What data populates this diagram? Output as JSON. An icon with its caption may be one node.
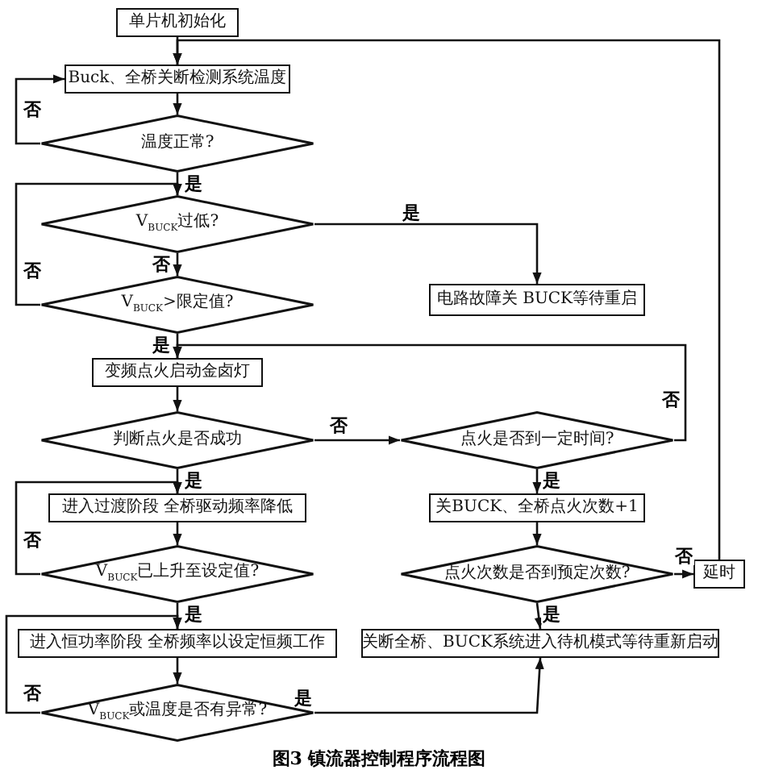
{
  "diagram": {
    "caption": "图3 镇流器控制程序流程图",
    "nodes": [
      {
        "text": [
          "单片机初始化"
        ]
      },
      {
        "text": [
          "Buck、全桥关断检测系统温度"
        ]
      },
      {
        "text": [
          "温度正常?"
        ]
      },
      {
        "text": [
          "V$_{BUCK}$过低?"
        ]
      },
      {
        "text": [
          "电路故障关 BUCK等待重启"
        ]
      },
      {
        "text": [
          "V$_{BUCK}$>限定值?"
        ]
      },
      {
        "text": [
          "变频点火启动金卤灯"
        ]
      },
      {
        "text": [
          "判断点火是否成功"
        ]
      },
      {
        "text": [
          "进入过渡阶段 全桥驱动频率降低"
        ]
      },
      {
        "text": [
          "V$_{BUCK}$已上升至设定值?"
        ]
      },
      {
        "text": [
          "进入恒功率阶段 全桥频率以设定恒频工作"
        ]
      },
      {
        "text": [
          "V$_{BUCK}$或温度是否有异常?"
        ]
      },
      {
        "text": [
          "点火是否到一定时间?"
        ]
      },
      {
        "text": [
          "关BUCK、全桥点火次数+1"
        ]
      },
      {
        "text": [
          "点火次数是否到预定次数?"
        ]
      },
      {
        "text": [
          "延时"
        ]
      },
      {
        "text": [
          "关断全桥、BUCK系统进入待机模式等待重新启动"
        ]
      }
    ],
    "edges": [
      {
        "from": 0,
        "to": 1,
        "arrow": "to"
      },
      {
        "from": 1,
        "to": 2,
        "arrow": "to"
      },
      {
        "from": 2,
        "to": 1,
        "arrow": "to",
        "label": "否"
      },
      {
        "from": 2,
        "to": 3,
        "arrow": "to",
        "label": "是"
      },
      {
        "from": 3,
        "to": 4,
        "arrow": "to",
        "label": "是"
      },
      {
        "from": 3,
        "to": 5,
        "arrow": "to",
        "label": "否"
      },
      {
        "from": 5,
        "to": 3,
        "arrow": "to",
        "label": "否"
      },
      {
        "from": 5,
        "to": 6,
        "arrow": "to",
        "label": "是"
      },
      {
        "from": 7,
        "to": 8,
        "arrow": "to",
        "label": "是"
      },
      {
        "from": 7,
        "to": 12,
        "arrow": "to",
        "label": "否"
      },
      {
        "from": 12,
        "to": 6,
        "arrow": "to",
        "label": "否"
      },
      {
        "from": 8,
        "to": 9,
        "arrow": "to"
      },
      {
        "from": 9,
        "to": 8,
        "arrow": "to",
        "label": "否"
      },
      {
        "from": 9,
        "to": 10,
        "arrow": "to",
        "label": "是"
      },
      {
        "from": 10,
        "to": 11,
        "arrow": "to"
      },
      {
        "from": 11,
        "to": 10,
        "arrow": "to",
        "label": "否"
      },
      {
        "from": 11,
        "to": 16,
        "arrow": "to",
        "label": "是"
      },
      {
        "from": 12,
        "to": 13,
        "arrow": "to",
        "label": "是"
      },
      {
        "from": 13,
        "to": 14,
        "arrow": "to"
      },
      {
        "from": 14,
        "to": 15,
        "arrow": "to",
        "label": "否"
      },
      {
        "from": 14,
        "to": 16,
        "arrow": "to",
        "label": "是"
      },
      {
        "from": 15,
        "to": 1,
        "arrow": "to"
      },
      {
        "from": 6,
        "to": 7,
        "arrow": "to"
      }
    ]
  }
}
